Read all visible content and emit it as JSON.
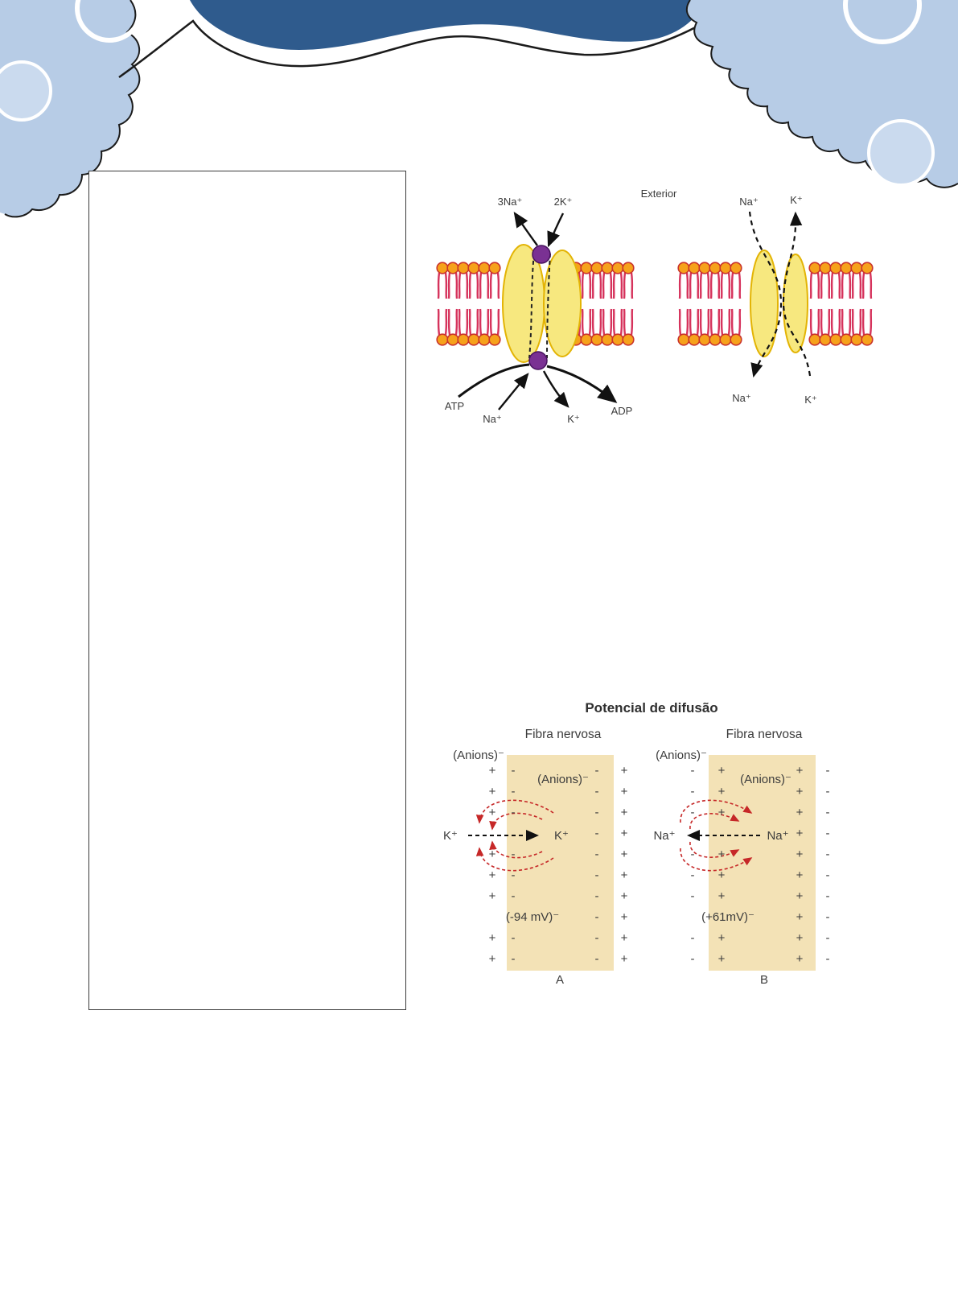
{
  "page": {
    "background": "#ffffff"
  },
  "decor": {
    "band_color": "#2f5b8d",
    "cloud_color": "#b7cce6",
    "cloud_circle_color": "#cadaee",
    "outline_color": "#1b1b1b"
  },
  "figure_pump": {
    "labels": {
      "na3": "3Na⁺",
      "k2": "2K⁺",
      "exterior": "Exterior",
      "na_top_right": "Na⁺",
      "k_top_right": "K⁺",
      "atp": "ATP",
      "na_bottom": "Na⁺",
      "k_bottom": "K⁺",
      "adp": "ADP",
      "na_bottom_right": "Na⁺",
      "k_bottom_right": "K⁺"
    },
    "colors": {
      "lipid_head": "#f6a21b",
      "lipid_tail": "#d6335c",
      "protein": "#f7e87f",
      "protein_edge": "#e3b405",
      "pump_site": "#7a3193"
    }
  },
  "figure_diffusion": {
    "title": "Potencial de difusão",
    "membrane_color": "#f3e2b6",
    "arrow_color": "#c62828",
    "panel_a": {
      "header": "Fibra nervosa",
      "anions_outside": "(Anions)⁻",
      "anions_inside": "(Anions)⁻",
      "ion_outside": "K⁺",
      "ion_inside": "K⁺",
      "voltage": "(-94 mV)⁻",
      "caption": "A",
      "signs": {
        "outer_left": "+\n+\n+\n \n+\n+\n+\n \n+\n+",
        "inner_left": "-\n-\n-\n \n-\n-\n-\n \n-\n-",
        "inner_right": "-\n-\n-\n-\n-\n-\n-\n-\n-\n-",
        "outer_right": "+\n+\n+\n+\n+\n+\n+\n+\n+\n+"
      }
    },
    "panel_b": {
      "header": "Fibra nervosa",
      "anions_outside": "(Anions)⁻",
      "anions_inside": "(Anions)⁻",
      "ion_outside": "Na⁺",
      "ion_inside": "Na⁺",
      "voltage": "(+61mV)⁻",
      "caption": "B",
      "signs": {
        "outer_left": "-\n-\n-\n \n-\n-\n-\n \n-\n-",
        "inner_left": "+\n+\n+\n \n+\n+\n+\n \n+\n+",
        "inner_right": "+\n+\n+\n+\n+\n+\n+\n+\n+\n+",
        "outer_right": "-\n-\n-\n-\n-\n-\n-\n-\n-\n-"
      }
    }
  }
}
